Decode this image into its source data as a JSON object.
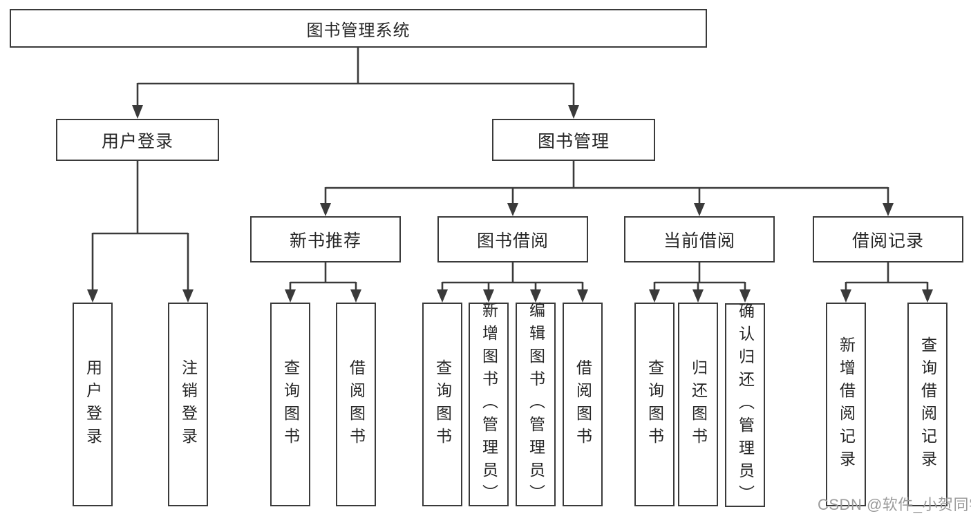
{
  "diagram": {
    "root": {
      "label": "图书管理系统"
    },
    "branches": [
      {
        "label": "用户登录",
        "children": [
          {
            "label": "用户登录"
          },
          {
            "label": "注销登录"
          }
        ]
      },
      {
        "label": "图书管理",
        "children": [
          {
            "label": "新书推荐",
            "children": [
              {
                "label": "查询图书"
              },
              {
                "label": "借阅图书"
              }
            ]
          },
          {
            "label": "图书借阅",
            "children": [
              {
                "label": "查询图书"
              },
              {
                "label": "新增图书（管理员）"
              },
              {
                "label": "编辑图书（管理员）"
              },
              {
                "label": "借阅图书"
              }
            ]
          },
          {
            "label": "当前借阅",
            "children": [
              {
                "label": "查询图书"
              },
              {
                "label": "归还图书"
              },
              {
                "label": "确认归还（管理员）"
              }
            ]
          },
          {
            "label": "借阅记录",
            "children": [
              {
                "label": "新增借阅记录"
              },
              {
                "label": "查询借阅记录"
              }
            ]
          }
        ]
      }
    ]
  },
  "watermark": {
    "text": "CSDN @软件_小贺同学"
  },
  "colors": {
    "line": "#3a3a3a",
    "border": "#3a3a3a",
    "text": "#262626",
    "watermark": "#9b9b9b",
    "background": "#ffffff"
  }
}
